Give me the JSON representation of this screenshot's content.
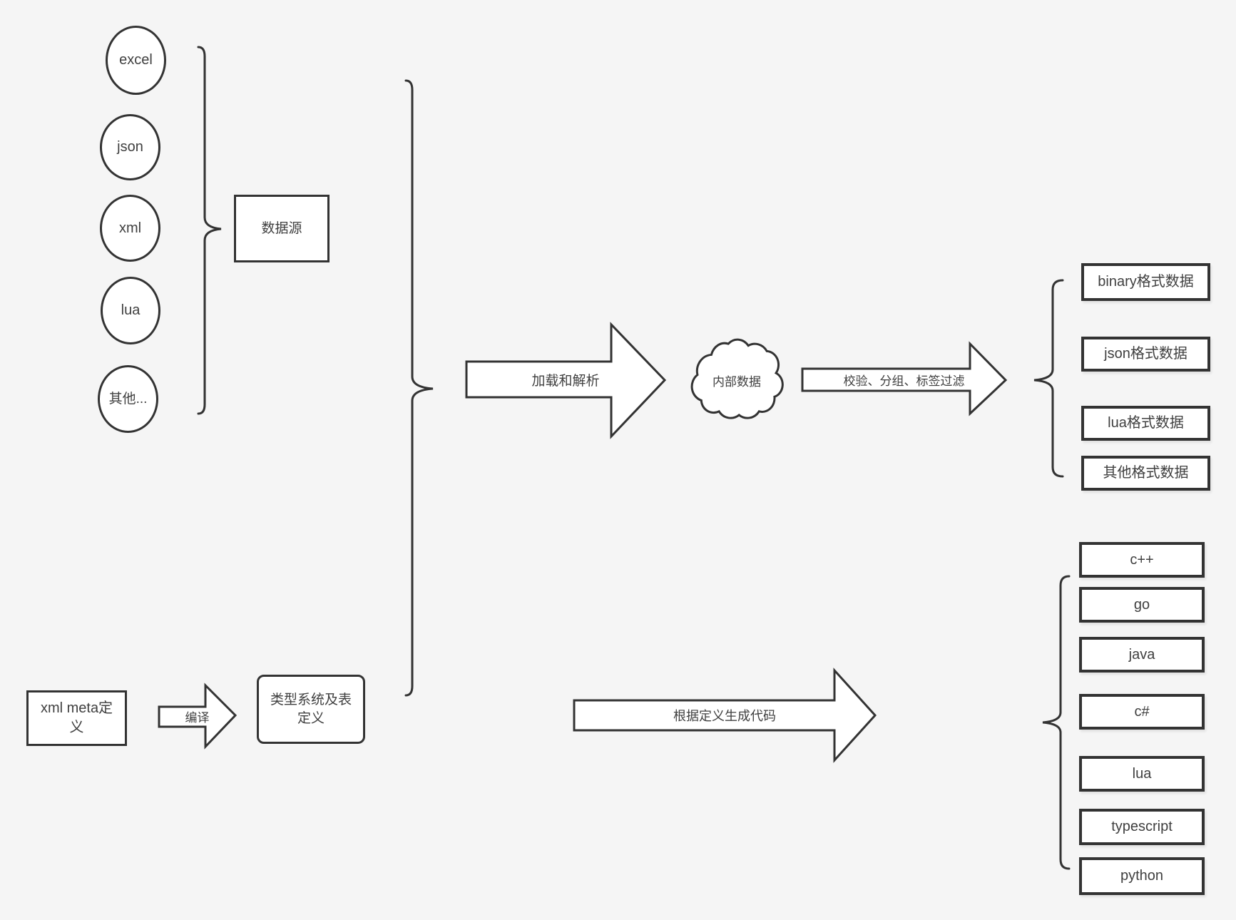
{
  "colors": {
    "background": "#f5f5f5",
    "shape_fill": "#ffffff",
    "stroke": "#333333",
    "text": "#3f3f3f"
  },
  "sources": {
    "group_label": "数据源",
    "items": [
      "excel",
      "json",
      "xml",
      "lua",
      "其他..."
    ]
  },
  "definitions": {
    "meta_label": "xml meta定义",
    "compile_arrow_label": "编译",
    "type_system_label": "类型系统及表定义"
  },
  "pipeline": {
    "load_arrow_label": "加载和解析",
    "internal_data_label": "内部数据",
    "filter_arrow_label": "校验、分组、标签过滤",
    "generate_arrow_label": "根据定义生成代码"
  },
  "outputs": {
    "formats": [
      "binary格式数据",
      "json格式数据",
      "lua格式数据",
      "其他格式数据"
    ],
    "languages": [
      "c++",
      "go",
      "java",
      "c#",
      "lua",
      "typescript",
      "python"
    ]
  }
}
